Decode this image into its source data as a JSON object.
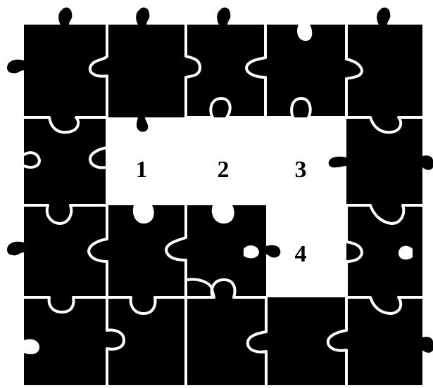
{
  "puzzle": {
    "colors": {
      "piece": "#000000",
      "background": "#ffffff",
      "seam": "#ffffff"
    },
    "slots": [
      {
        "label": "1"
      },
      {
        "label": "2"
      },
      {
        "label": "3"
      },
      {
        "label": "4"
      }
    ]
  }
}
